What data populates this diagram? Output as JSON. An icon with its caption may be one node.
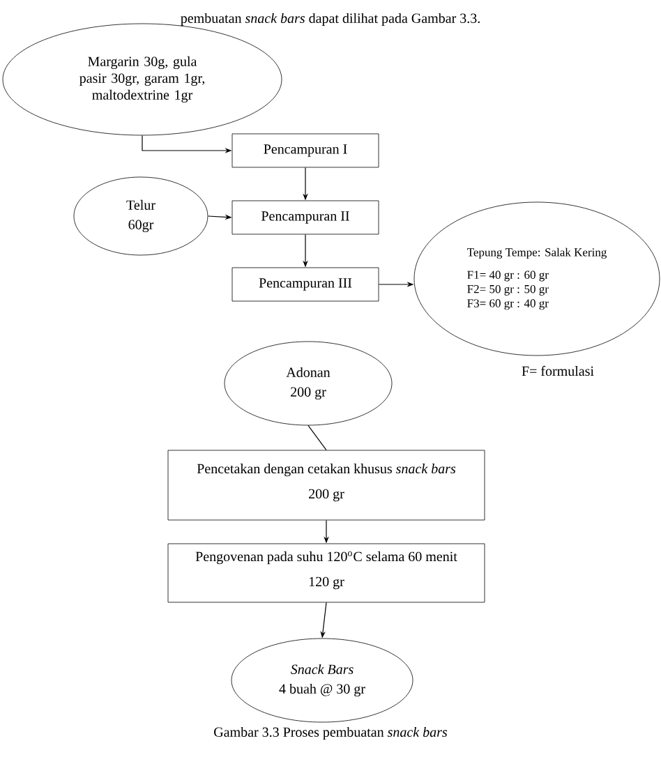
{
  "diagram": {
    "caption": "Gambar 3.3 Proses pembuatan *snack bars*",
    "nodes": [
      {
        "text": [
          "Margarin 30g, gula pasir 30gr, garam 1gr, maltodextrine 1gr"
        ]
      },
      {
        "text": [
          "Pencampuran I"
        ]
      },
      {
        "text": [
          "Telur",
          "60gr"
        ]
      },
      {
        "text": [
          "Pencampuran II"
        ]
      },
      {
        "text": [
          "Pencampuran III"
        ]
      },
      {
        "text": [
          "Tepung Tempe: Salak Kering",
          "F1=   40 gr   :   60 gr",
          "F2=   50 gr   :   50 gr",
          "F3=   60 gr   :   40 gr"
        ]
      },
      {
        "text": [
          "Adonan",
          "200 gr"
        ]
      },
      {
        "text": [
          "Pencetakan dengan cetakan khusus *snack bars*",
          "200 gr"
        ]
      },
      {
        "text": [
          "Pengovenan pada suhu 120$^{o}$C selama 60 menit",
          "120 gr"
        ]
      },
      {
        "text": [
          "*Snack Bars*",
          "4 buah @ 30 gr"
        ]
      }
    ],
    "edges": [
      {
        "from": 0,
        "to": 1,
        "arrow": "to"
      },
      {
        "from": 1,
        "to": 3,
        "arrow": "to"
      },
      {
        "from": 2,
        "to": 3,
        "arrow": "to"
      },
      {
        "from": 3,
        "to": 4,
        "arrow": "to"
      },
      {
        "from": 4,
        "to": 5,
        "arrow": "to"
      },
      {
        "from": 6,
        "to": 7,
        "arrow": "none"
      },
      {
        "from": 7,
        "to": 8,
        "arrow": "to"
      },
      {
        "from": 8,
        "to": 9,
        "arrow": "to"
      }
    ],
    "labels": [
      "pembuatan *snack bars* dapat dilihat pada Gambar 3.3.",
      "F= formulasi"
    ]
  }
}
